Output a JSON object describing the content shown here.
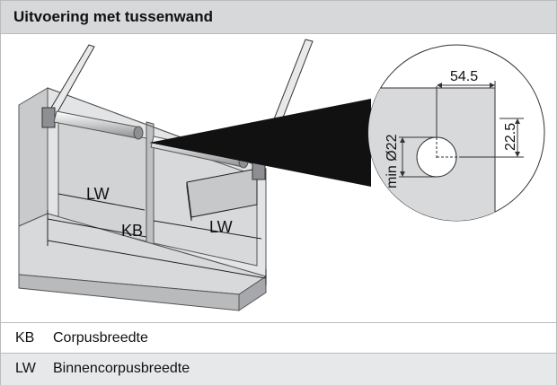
{
  "header": {
    "title": "Uitvoering met tussenwand"
  },
  "figure": {
    "labels": {
      "lw_left": "LW",
      "kb": "KB",
      "lw_right": "LW",
      "dim_horizontal": "54.5",
      "dim_vertical": "22.5",
      "dim_diameter": "min Ø22"
    },
    "colors": {
      "cabinet_face": "#d8d9db",
      "cabinet_light": "#ededee",
      "cabinet_shadow": "#9fa1a4",
      "detail_circle_bg": "#d8d9db",
      "cone_fill": "#111111"
    }
  },
  "legend": [
    {
      "code": "KB",
      "text": "Corpusbreedte"
    },
    {
      "code": "LW",
      "text": "Binnencorpusbreedte"
    }
  ]
}
